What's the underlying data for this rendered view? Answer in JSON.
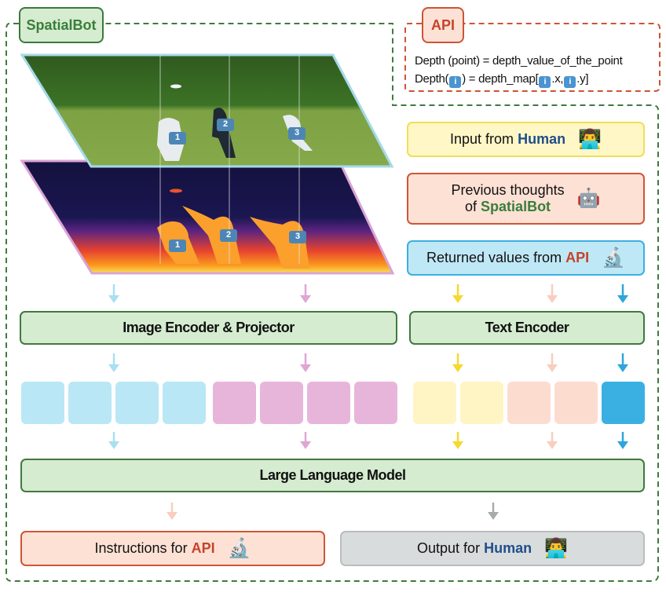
{
  "title_tag": "SpatialBot",
  "api_panel": {
    "tag": "API",
    "line1": "Depth (point) = depth_value_of_the_point",
    "line2_prefix": "Depth(",
    "line2_mid": ") = depth_map[",
    "line2_x": ".x,",
    "line2_y": ".y]",
    "badge_glyph": "i"
  },
  "images": {
    "rgb": {
      "name": "rgb-image",
      "players": [
        "1",
        "2",
        "3"
      ]
    },
    "depth": {
      "name": "depth-image",
      "players": [
        "1",
        "2",
        "3"
      ]
    }
  },
  "inputs": [
    {
      "text": "Input from ",
      "highlight": "Human",
      "icon": "👨‍💻",
      "icon_name": "human-laptop-icon"
    },
    {
      "text_line1": "Previous thoughts",
      "text_line2": "of ",
      "highlight": "SpatialBot",
      "icon": "🤖",
      "icon_name": "robot-icon"
    },
    {
      "text": "Returned values from ",
      "highlight": "API",
      "icon": "🔬",
      "icon_name": "microscope-icon"
    }
  ],
  "encoders": {
    "image": "Image Encoder & Projector",
    "text": "Text Encoder"
  },
  "llm": "Large Language Model",
  "outputs": [
    {
      "text": "Instructions for ",
      "highlight": "API",
      "icon": "🔬"
    },
    {
      "text": "Output for ",
      "highlight": "Human",
      "icon": "👨‍💻"
    }
  ],
  "colors": {
    "green_border": "#3f7a3f",
    "green_fill": "#d5ecd0",
    "api_red": "#cc5436",
    "token_blue_light": "#b9e7f5",
    "token_pink": "#e8b5da",
    "token_yellow": "#fff5c4",
    "token_peach": "#fddcd0",
    "token_blue_strong": "#3ab0e2"
  },
  "tokens": [
    "blue-light",
    "blue-light",
    "blue-light",
    "blue-light",
    "pink",
    "pink",
    "pink",
    "pink",
    "yellow",
    "yellow",
    "peach",
    "peach",
    "blue-strong"
  ]
}
